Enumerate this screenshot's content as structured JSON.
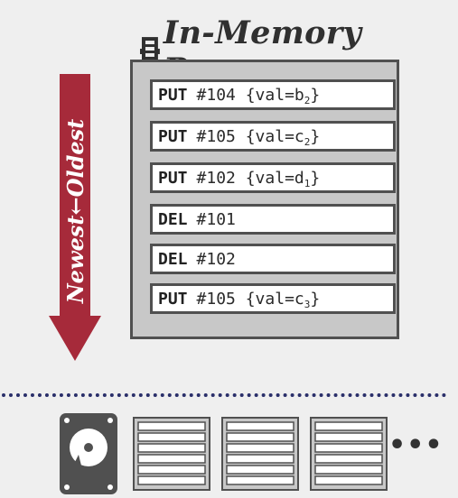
{
  "title": "In-Memory Page",
  "order_label": "Newest←Oldest",
  "records": [
    {
      "op": "PUT",
      "key": "#104",
      "val_base": "{val=b",
      "val_sub": "2",
      "val_end": "}"
    },
    {
      "op": "PUT",
      "key": "#105",
      "val_base": "{val=c",
      "val_sub": "2",
      "val_end": "}"
    },
    {
      "op": "PUT",
      "key": "#102",
      "val_base": "{val=d",
      "val_sub": "1",
      "val_end": "}"
    },
    {
      "op": "DEL",
      "key": "#101",
      "val_base": "",
      "val_sub": "",
      "val_end": ""
    },
    {
      "op": "DEL",
      "key": "#102",
      "val_base": "",
      "val_sub": "",
      "val_end": ""
    },
    {
      "op": "PUT",
      "key": "#105",
      "val_base": "{val=c",
      "val_sub": "3",
      "val_end": "}"
    }
  ],
  "more": "•••",
  "colors": {
    "arrow": "#a62a3a",
    "box_border": "#505050",
    "box_fill": "#c8c8c8",
    "divider": "#2a2f6a"
  }
}
